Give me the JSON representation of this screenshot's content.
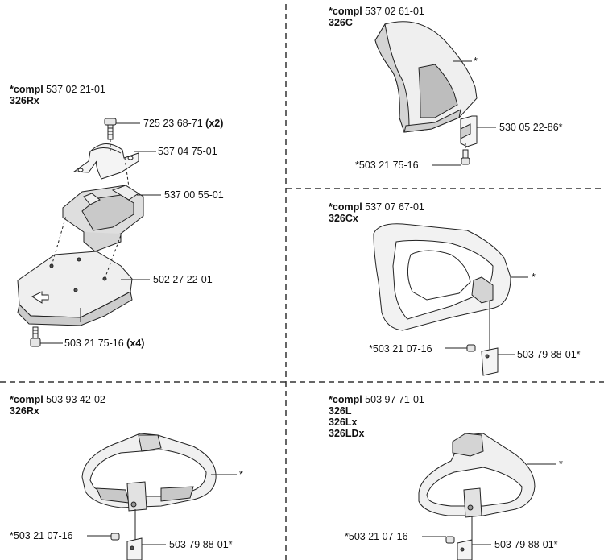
{
  "panels": {
    "top_left": {
      "compl_prefix": "*compl",
      "compl_number": "537 02 21-01",
      "models": [
        "326Rx"
      ],
      "parts": [
        {
          "number": "725 23 68-71",
          "qty": "(x2)"
        },
        {
          "number": "537 04 75-01",
          "qty": ""
        },
        {
          "number": "537 00 55-01",
          "qty": ""
        },
        {
          "number": "502 27 22-01",
          "qty": ""
        },
        {
          "number": "503 21 75-16",
          "qty": "(x4)"
        }
      ]
    },
    "top_right": {
      "compl_prefix": "*compl",
      "compl_number": "537 02 61-01",
      "models": [
        "326C"
      ],
      "star": "*",
      "parts": [
        "530 05 22-86*",
        "*503 21 75-16"
      ]
    },
    "mid_right": {
      "compl_prefix": "*compl",
      "compl_number": "537 07 67-01",
      "models": [
        "326Cx"
      ],
      "star": "*",
      "parts": [
        "*503 21 07-16",
        "503 79 88-01*"
      ]
    },
    "bottom_left": {
      "compl_prefix": "*compl",
      "compl_number": "503 93 42-02",
      "models": [
        "326Rx"
      ],
      "star": "*",
      "parts": [
        "*503 21 07-16",
        "503 79 88-01*"
      ]
    },
    "bottom_right": {
      "compl_prefix": "*compl",
      "compl_number": "503 97 71-01",
      "models": [
        "326L",
        "326Lx",
        "326LDx"
      ],
      "star": "*",
      "parts": [
        "*503 21 07-16",
        "503 79 88-01*"
      ]
    }
  }
}
